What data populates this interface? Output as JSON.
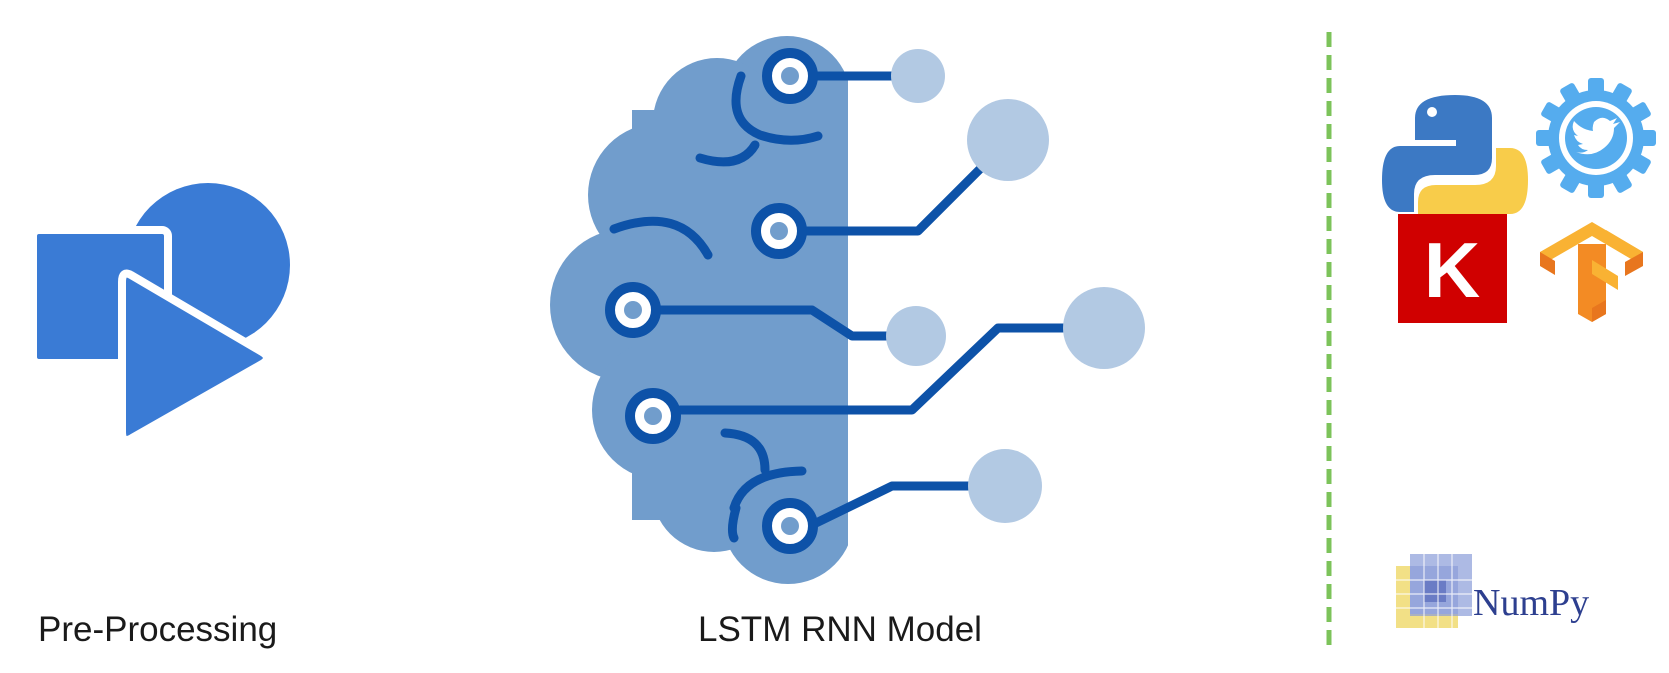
{
  "diagram": {
    "steps": [
      {
        "id": "preprocessing",
        "label": "Pre-Processing",
        "icon": "shapes-icon"
      },
      {
        "id": "model",
        "label": "LSTM RNN Model",
        "icon": "neural-brain-icon"
      }
    ],
    "tools": [
      {
        "icon": "python-logo-icon"
      },
      {
        "icon": "twitter-gear-icon"
      },
      {
        "icon": "keras-logo-icon",
        "text": "K"
      },
      {
        "icon": "tensorflow-logo-icon"
      },
      {
        "icon": "numpy-logo-icon",
        "text": "NumPy"
      }
    ],
    "divider": {
      "style": "dashed",
      "color": "#7cc35a"
    },
    "colors": {
      "shapes": "#3a7bd5",
      "brain": "#719dcc",
      "circuit": "#0d52a8",
      "nodes": "#b2c9e3",
      "keras_red": "#d00000",
      "tensorflow_orange": "#f38b24",
      "twitter_blue": "#55acee"
    }
  }
}
